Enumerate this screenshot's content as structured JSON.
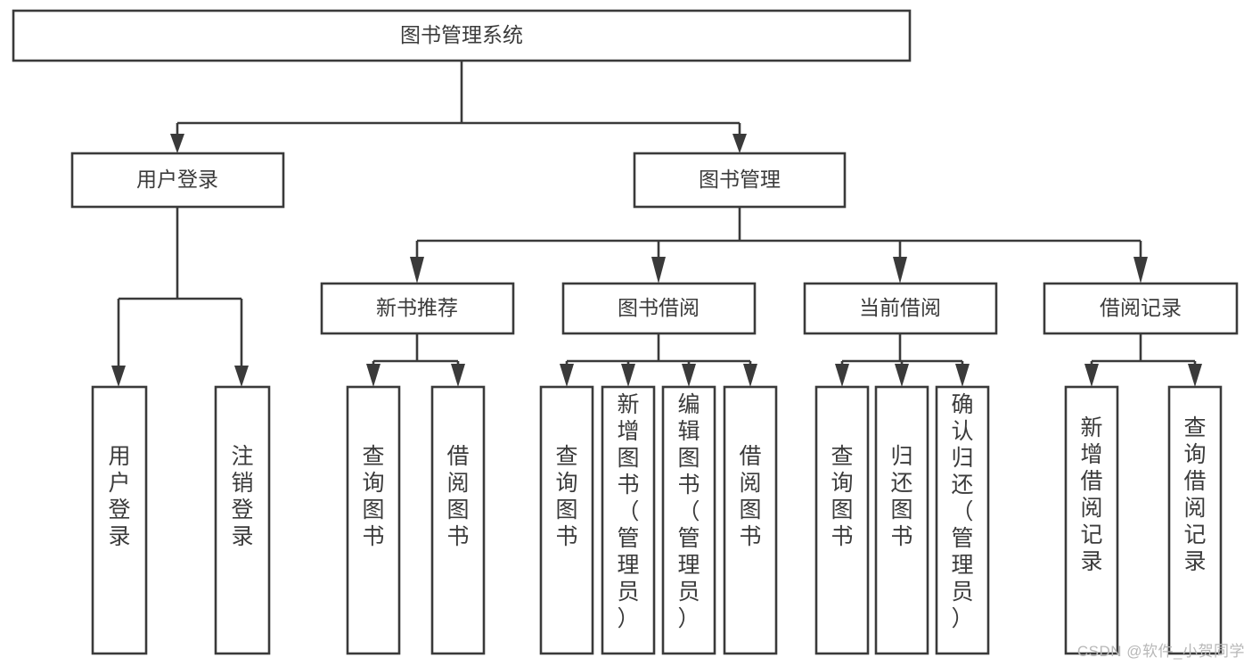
{
  "diagram": {
    "type": "tree-hierarchy-chart",
    "title": "图书管理系统",
    "background_color": "#ffffff",
    "line_color": "#3a3a3a",
    "text_color": "#3b3b3b",
    "box_fill": "#ffffff"
  },
  "nodes": {
    "root": {
      "label": "图书管理系统"
    },
    "level2": [
      {
        "id": "user-login",
        "label": "用户登录"
      },
      {
        "id": "book-manage",
        "label": "图书管理"
      }
    ],
    "level3": [
      {
        "id": "new-book-recommend",
        "label": "新书推荐"
      },
      {
        "id": "book-borrow",
        "label": "图书借阅"
      },
      {
        "id": "current-borrow",
        "label": "当前借阅"
      },
      {
        "id": "borrow-record",
        "label": "借阅记录"
      }
    ],
    "leaves": {
      "user-login": [
        {
          "id": "leaf-user-login",
          "label": "用户登录"
        },
        {
          "id": "leaf-logout-login",
          "label": "注销登录"
        }
      ],
      "new-book-recommend": [
        {
          "id": "leaf-query-book-1",
          "label": "查询图书"
        },
        {
          "id": "leaf-borrow-book-1",
          "label": "借阅图书"
        }
      ],
      "book-borrow": [
        {
          "id": "leaf-query-book-2",
          "label": "查询图书"
        },
        {
          "id": "leaf-add-book",
          "label": "新增图书（管理员）"
        },
        {
          "id": "leaf-edit-book",
          "label": "编辑图书（管理员）"
        },
        {
          "id": "leaf-borrow-book-2",
          "label": "借阅图书"
        }
      ],
      "current-borrow": [
        {
          "id": "leaf-query-book-3",
          "label": "查询图书"
        },
        {
          "id": "leaf-return-book",
          "label": "归还图书"
        },
        {
          "id": "leaf-confirm-return",
          "label": "确认归还（管理员）"
        }
      ],
      "borrow-record": [
        {
          "id": "leaf-add-record",
          "label": "新增借阅记录"
        },
        {
          "id": "leaf-query-record",
          "label": "查询借阅记录"
        }
      ]
    }
  },
  "watermark": {
    "text": "CSDN @软件_小贺同学"
  }
}
